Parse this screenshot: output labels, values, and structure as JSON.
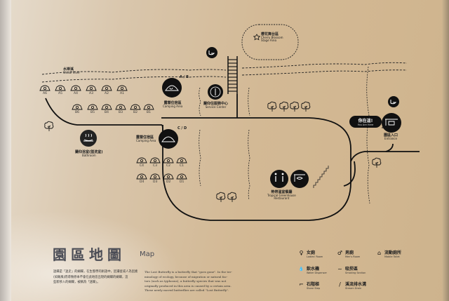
{
  "map": {
    "title_zh": "園區地圖",
    "title_en": "Map",
    "river": {
      "zh": "水岸溪",
      "en": "Shuidi River"
    },
    "stage": {
      "zh": "櫻花舞台區",
      "en1": "Cherry Blossom",
      "en2": "Stage Area"
    },
    "camping_ab": {
      "zone": "A / B",
      "zh": "露營住宿區",
      "en": "Camping Area",
      "row_a": [
        "A6",
        "A5",
        "A4",
        "A3",
        "A2",
        "A1"
      ],
      "row_b": [
        "B6",
        "B5",
        "B4",
        "B3",
        "B2",
        "B1"
      ]
    },
    "camping_cd": {
      "zone": "C / D",
      "zh": "露營住宿區",
      "en": "Camping Area",
      "row_c": [
        "C4",
        "C3",
        "C2",
        "C1"
      ],
      "row_d": [
        "D4",
        "D3",
        "D2",
        "D1"
      ]
    },
    "service_center": {
      "zh": "蘭仰住服務中心",
      "en": "Service Center"
    },
    "bathroom": {
      "zh": "蘭仰浴室(盥洗室)",
      "en": "Bathroom"
    },
    "restaurant": {
      "zh": "熱帶溫室餐廳",
      "en1": "Tropical Greenhouse",
      "en2": "Restaurant"
    },
    "entrance": {
      "zh": "園區入口",
      "en": "Entrance"
    },
    "you_are_here": {
      "zh": "你在這!",
      "en": "You Are Here"
    }
  },
  "description": {
    "zh": "迷蝶是「迷走」的蝴蝶，在生態學的術語中，因遷徙或人為因素(如颱風)而導致原本不會在此地區出現的蝴蝶，這些蝴蝶被稱為「迷蝶」。",
    "zh_lines": [
      "迷蝶是「迷走」的蝴蝶，在生態學的術語中，因遷徙或人為因素",
      "(如颱風)而導致原本不會在此地區出現的蝴蝶的蝴蝶，這",
      "些新移入的蝴蝶，被稱為「迷蝶」。"
    ],
    "en_lines": [
      "The Lost Butterfly is a butterfly that \"goes gone\". In the ter-",
      "minology of ecology, because of migration or natural fac-",
      "tors (such as typhoons), a butterfly species that was not",
      "originally produced in this area is caused by a certain area.",
      "These newly moved butterflies are called \"Lost Butterfly\"."
    ]
  },
  "legend": [
    {
      "icon": "ladies-room-icon",
      "glyph": "♀",
      "zh": "女廁",
      "en": "Ladies' Room"
    },
    {
      "icon": "mens-room-icon",
      "glyph": "♂",
      "zh": "男廁",
      "en": "Men's Room"
    },
    {
      "icon": "mobile-toilet-icon",
      "glyph": "⌂",
      "zh": "流動廁所",
      "en": "Mobile Toilet"
    },
    {
      "icon": "water-dispenser-icon",
      "glyph": "💧",
      "zh": "飲水機",
      "en": "Water Dispenser"
    },
    {
      "icon": "smoking-section-icon",
      "glyph": "~",
      "zh": "吸菸區",
      "en": "Smoking Section"
    },
    {
      "icon": "stone-step-icon",
      "glyph": "⌐",
      "zh": "石階梯",
      "en": "Stone Step"
    },
    {
      "icon": "stream-drain-icon",
      "glyph": "/",
      "zh": "溪流排水溝",
      "en": "Stream Drain"
    }
  ],
  "colors": {
    "ink": "#111111",
    "board": "#d8c3a3",
    "title": "#4a4c55"
  }
}
